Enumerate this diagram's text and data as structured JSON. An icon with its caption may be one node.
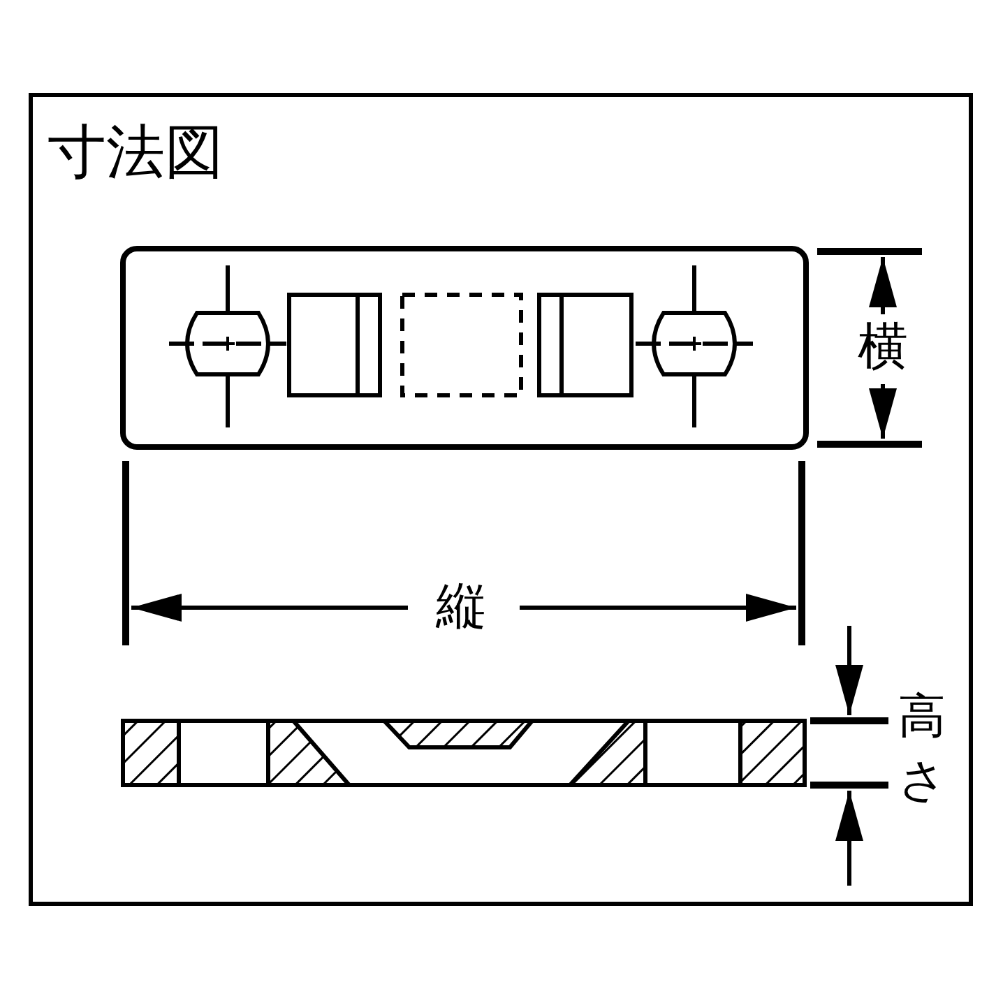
{
  "diagram": {
    "title": "寸法図",
    "labels": [
      "横",
      "縦",
      "高さ"
    ]
  }
}
